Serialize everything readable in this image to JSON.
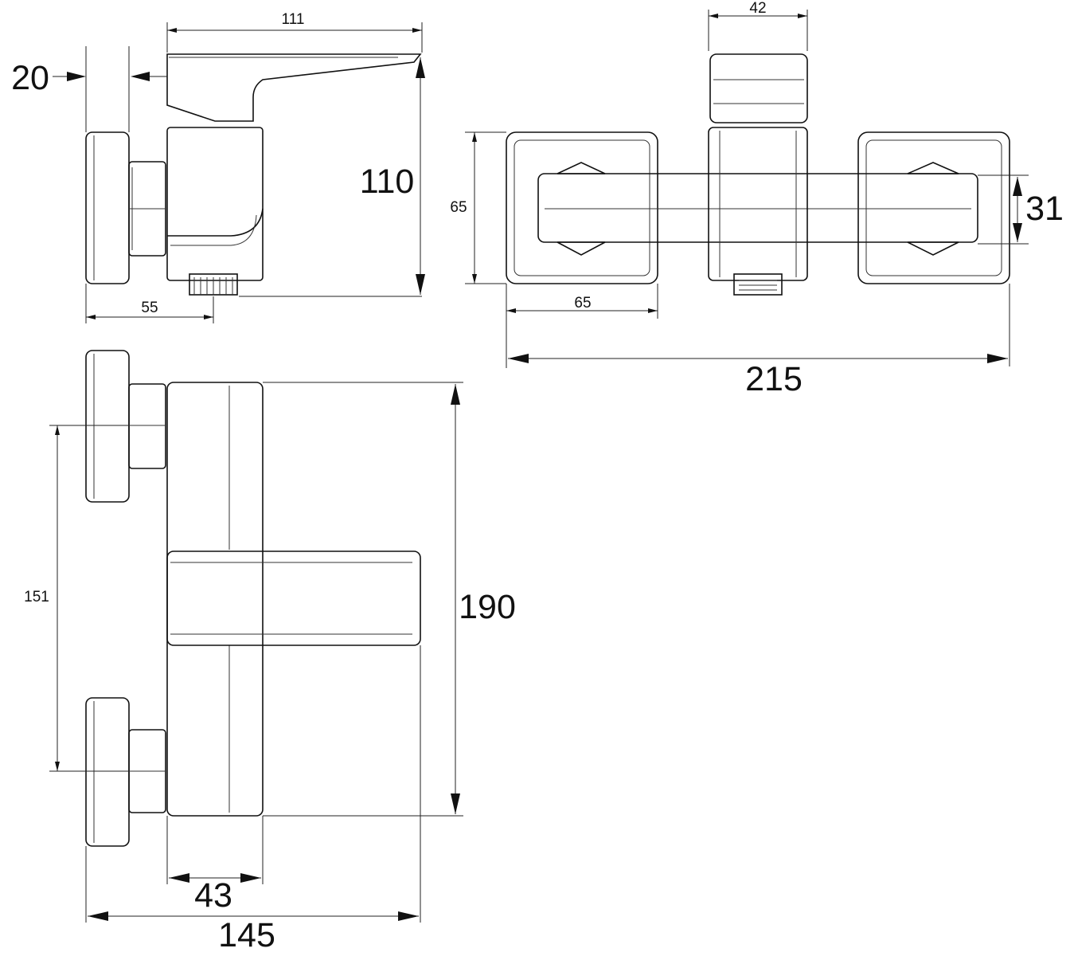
{
  "dimensions": {
    "side_width": "111",
    "side_depth": "20",
    "side_height": "110",
    "side_outlet_offset": "55",
    "top_spout_width": "42",
    "top_flange_height": "65",
    "top_flange_width": "65",
    "top_body_height": "31",
    "top_total_width": "215",
    "front_inlet_spacing": "151",
    "front_height": "190",
    "front_body_width": "43",
    "front_total_depth": "145"
  }
}
